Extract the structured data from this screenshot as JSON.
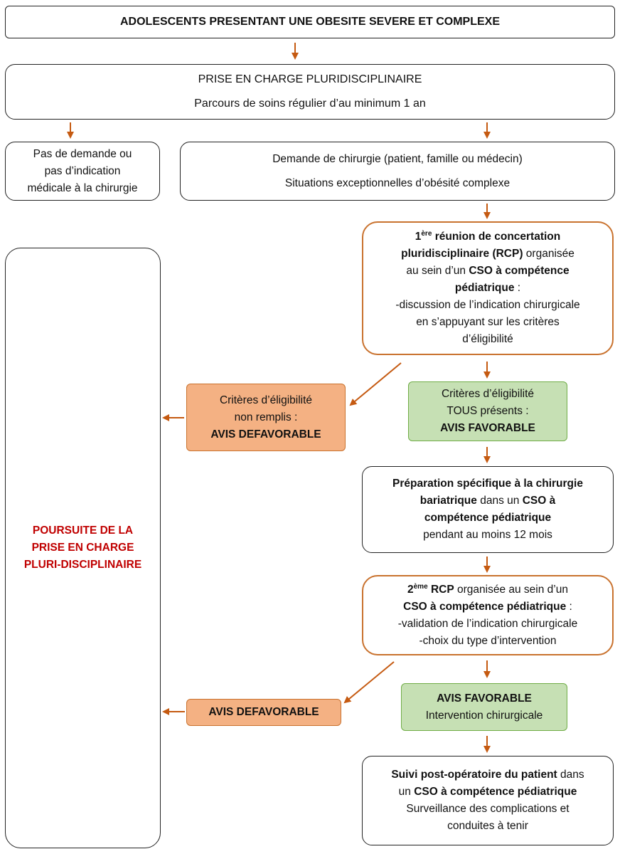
{
  "title": "ADOLESCENTS PRESENTANT UNE OBESITE SEVERE ET COMPLEXE",
  "prise_en_charge": {
    "line1": "PRISE EN CHARGE PLURIDISCIPLINAIRE",
    "line2": "Parcours de soins régulier d’au minimum 1 an"
  },
  "pas_de_demande": {
    "line1": "Pas de demande ou",
    "line2": "pas d’indication",
    "line3": "médicale à la chirurgie"
  },
  "demande_chirurgie": {
    "line1": "Demande de chirurgie (patient, famille ou médecin)",
    "line2": "Situations exceptionnelles d’obésité complexe"
  },
  "rcp1": {
    "num": "1",
    "sup": "ère",
    "bold1": " réunion de concertation",
    "bold2": "pluridisciplinaire (RCP)",
    "plain2": " organisée",
    "plain3": "au sein d’un ",
    "bold3": "CSO à compétence",
    "bold4": "pédiatrique",
    "plain4": " :",
    "line5": "-discussion de l’indication chirurgicale",
    "line6": "en s’appuyant sur les critères",
    "line7": "d’éligibilité"
  },
  "defavorable1": {
    "line1": "Critères d’éligibilité",
    "line2": "non remplis :",
    "line3": "AVIS DEFAVORABLE"
  },
  "favorable1": {
    "line1": "Critères d’éligibilité",
    "line2": "TOUS présents :",
    "line3": "AVIS FAVORABLE"
  },
  "preparation": {
    "bold1": "Préparation spécifique à la chirurgie",
    "bold2": "bariatrique",
    "plain2": " dans un ",
    "bold2b": "CSO à",
    "bold3": "compétence pédiatrique",
    "line4": "pendant au moins 12 mois"
  },
  "rcp2": {
    "num": "2",
    "sup": "ème",
    "bold1": " RCP",
    "plain1": " organisée au sein d’un",
    "bold2": "CSO à compétence pédiatrique",
    "plain2": " :",
    "line3": "-validation de l’indication chirurgicale",
    "line4": "-choix du type d’intervention"
  },
  "defavorable2": {
    "label": "AVIS DEFAVORABLE"
  },
  "favorable2": {
    "line1": "AVIS FAVORABLE",
    "line2": "Intervention chirurgicale"
  },
  "suivi": {
    "bold1": "Suivi post-opératoire du patient",
    "plain1": " dans",
    "plain2": "un ",
    "bold2": "CSO à compétence pédiatrique",
    "line3": "Surveillance des complications et",
    "line4": "conduites à tenir"
  },
  "poursuite": {
    "line1": "POURSUITE DE LA",
    "line2": "PRISE EN CHARGE",
    "line3": "PLURI-DISCIPLINAIRE"
  },
  "colors": {
    "arrow": "#c55a11",
    "orange_fill": "#f4b183",
    "green_fill": "#c6e0b4",
    "red_text": "#c00000"
  }
}
